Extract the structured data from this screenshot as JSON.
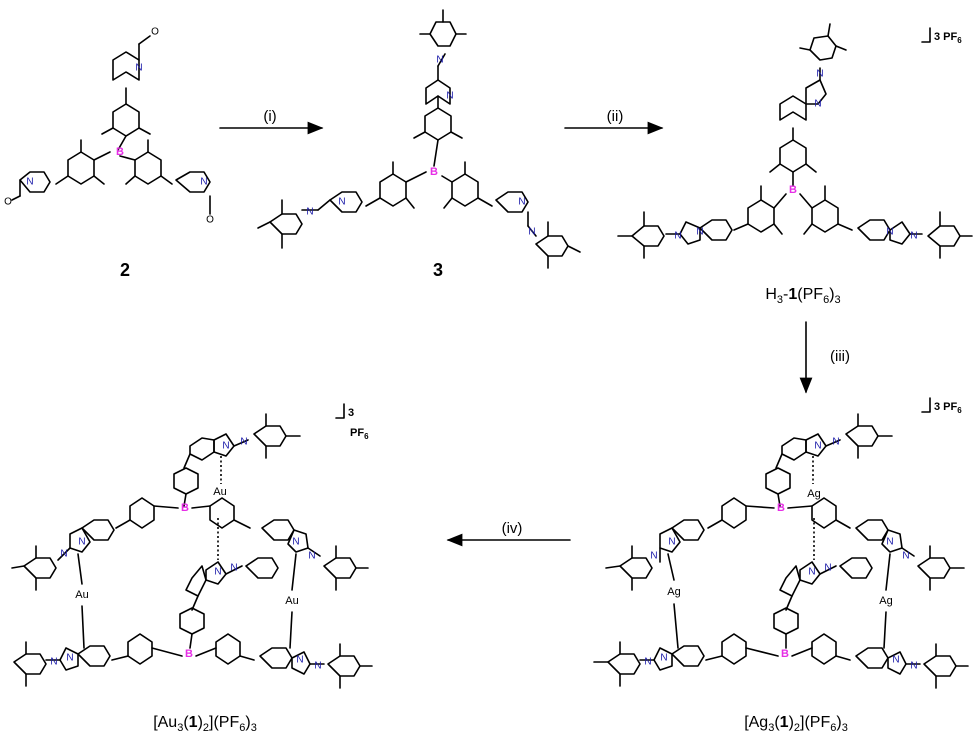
{
  "compounds": {
    "c2": "2",
    "c3": "3",
    "h31": {
      "pre": "H",
      "sub1": "3",
      "mid": "-",
      "bold": "1",
      "post": "(PF",
      "sub2": "6",
      "end": ")",
      "sub3": "3"
    },
    "ag": {
      "open": "[Ag",
      "sub1": "3",
      "paren": "(",
      "bold": "1",
      "close": ")",
      "sub2": "2",
      "mid": "](PF",
      "sub3": "6",
      "end": ")",
      "sub4": "3"
    },
    "au": {
      "open": "[Au",
      "sub1": "3",
      "paren": "(",
      "bold": "1",
      "close": ")",
      "sub2": "2",
      "mid": "](PF",
      "sub3": "6",
      "end": ")",
      "sub4": "3"
    }
  },
  "arrows": {
    "step1": "(i)",
    "step2": "(ii)",
    "step3": "(iii)",
    "step4": "(iv)"
  },
  "counterions": {
    "tri_h": {
      "num": "3 PF",
      "sub": "6"
    },
    "tri_ag": {
      "num": "3 PF",
      "sub": "6"
    },
    "tri_au_num": "3",
    "tri_au_pf": {
      "text": "PF",
      "sub": "6"
    }
  },
  "atoms": {
    "boron": "B",
    "nitrogen": "N",
    "oxygen": "O",
    "gold": "Au",
    "silver": "Ag"
  },
  "colors": {
    "boron": "#e62ee6",
    "nitrogen": "#1a1aa8",
    "bond": "#000000"
  }
}
